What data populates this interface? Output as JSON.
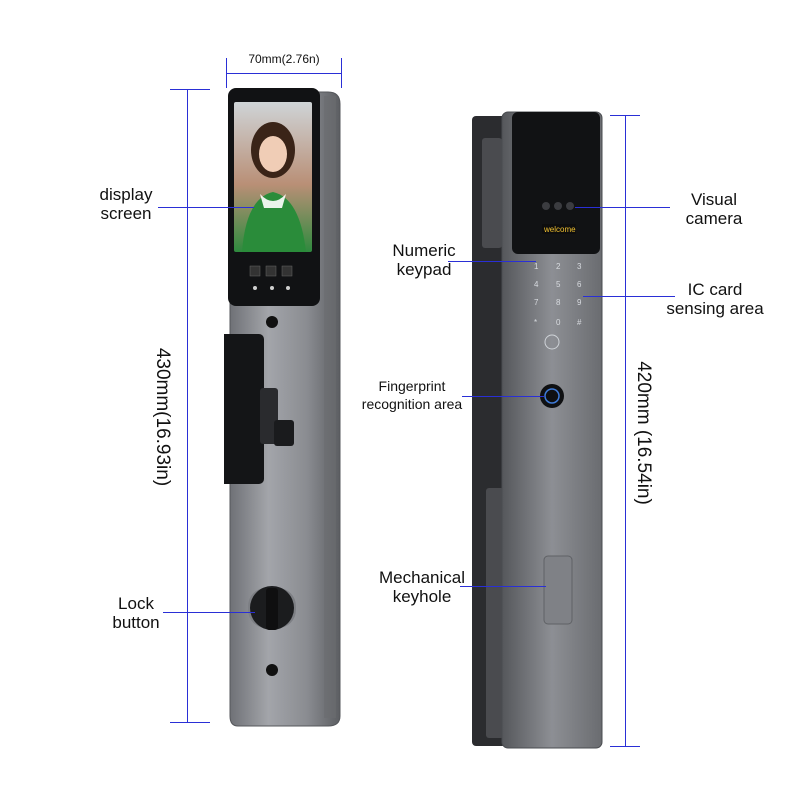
{
  "width_label": "70mm(2.76n)",
  "left_height_label": "430mm(16.93in)",
  "right_height_label": "420mm (16.54in)",
  "callouts": {
    "display_screen": "display\nscreen",
    "lock_button": "Lock\nbutton",
    "numeric_keypad": "Numeric\nkeypad",
    "fingerprint": "Fingerprint\nrecognition area",
    "mechanical_keyhole": "Mechanical\nkeyhole",
    "visual_camera": "Visual\ncamera",
    "ic_card": "IC card\nsensing area"
  },
  "device_screen_text": "welcome",
  "keypad_keys": [
    "1",
    "2",
    "3",
    "4",
    "5",
    "6",
    "7",
    "8",
    "9",
    "*",
    "0",
    "#"
  ],
  "colors": {
    "dimension_lines": "#2a2fd6",
    "body_metal": "#8e9096",
    "face_dark": "#111214"
  }
}
